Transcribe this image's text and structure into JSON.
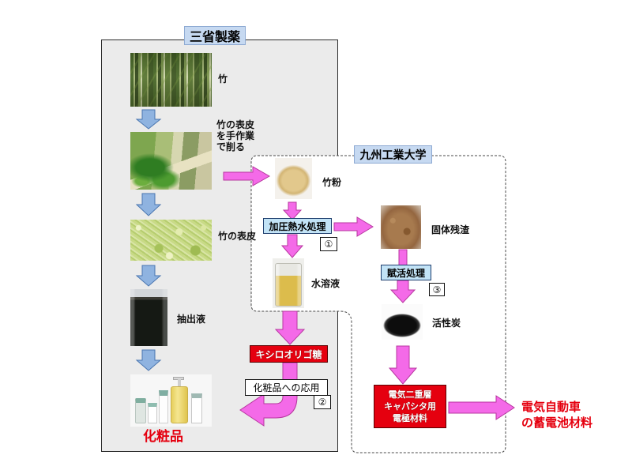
{
  "colors": {
    "panel_gray": "#ebebeb",
    "org_label_blue": "#c6d9f1",
    "process_box_blue": "#c2e3f6",
    "flow_arrow_blue": "#8fb3e0",
    "flow_arrow_magenta": "#f46ae8",
    "product_box_red": "#e5000f",
    "highlight_text_red": "#e5000f"
  },
  "sansho": {
    "title": "三省製薬",
    "bamboo_label": "竹",
    "peeling_label_lines": [
      "竹の表皮",
      "を手作業",
      "で削る"
    ],
    "skin_label": "竹の表皮",
    "extract_label": "抽出液",
    "cosmetics_label": "化粧品"
  },
  "kyutech": {
    "title": "九州工業大学",
    "bamboo_powder_label": "竹粉",
    "hot_water_process": "加圧熱水処理",
    "hot_water_process_no": "①",
    "aqueous_solution_label": "水溶液",
    "solid_residue_label": "固体残渣",
    "activation_process": "賦活処理",
    "activation_process_no": "③",
    "activated_carbon_label": "活性炭",
    "capacitor_material_lines": [
      "電気二重層",
      "キャパシタ用",
      "電極材料"
    ]
  },
  "xylooligosaccharide": {
    "product": "キシロオリゴ糖",
    "application": "化粧品への応用",
    "application_no": "②"
  },
  "ev_battery": {
    "lines": [
      "電気自動車",
      "の蓄電池材料"
    ]
  }
}
